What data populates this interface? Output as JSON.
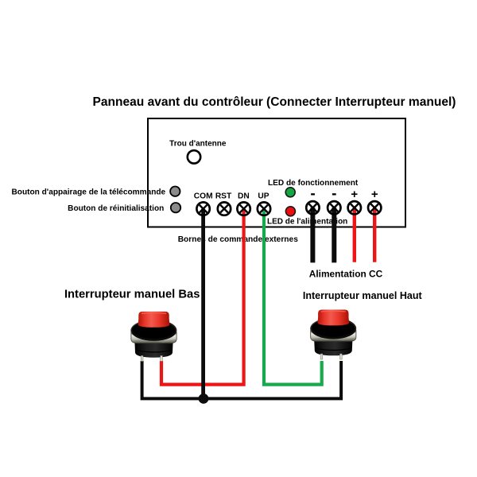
{
  "title": "Panneau avant du contrôleur (Connecter Interrupteur manuel)",
  "controller": {
    "antenna_hole_label": "Trou d'antenne",
    "pairing_button_label": "Bouton d'appairage de la télécommande",
    "reset_button_label": "Bouton de réinitialisation",
    "running_led_label": "LED de fonctionnement",
    "power_led_label": "LED de l'alimentation",
    "control_terminals": {
      "com": "COM",
      "rst": "RST",
      "dn": "DN",
      "up": "UP"
    },
    "power_terminals": {
      "minus1": "-",
      "minus2": "-",
      "plus1": "+",
      "plus2": "+"
    }
  },
  "annotations": {
    "external_terminals_label": "Bornes de commande externes",
    "dc_power_label": "Alimentation CC",
    "down_switch_label": "Interrupteur manuel Bas",
    "up_switch_label": "Interrupteur manuel Haut"
  },
  "colors": {
    "wire_black": "#0c0c0c",
    "wire_red": "#ed1515",
    "wire_green": "#17a94c",
    "led_green": "#12a743",
    "led_red": "#ee0d0d",
    "grey_button": "#8b8b8b",
    "button_cap_red": "#e32b20"
  }
}
